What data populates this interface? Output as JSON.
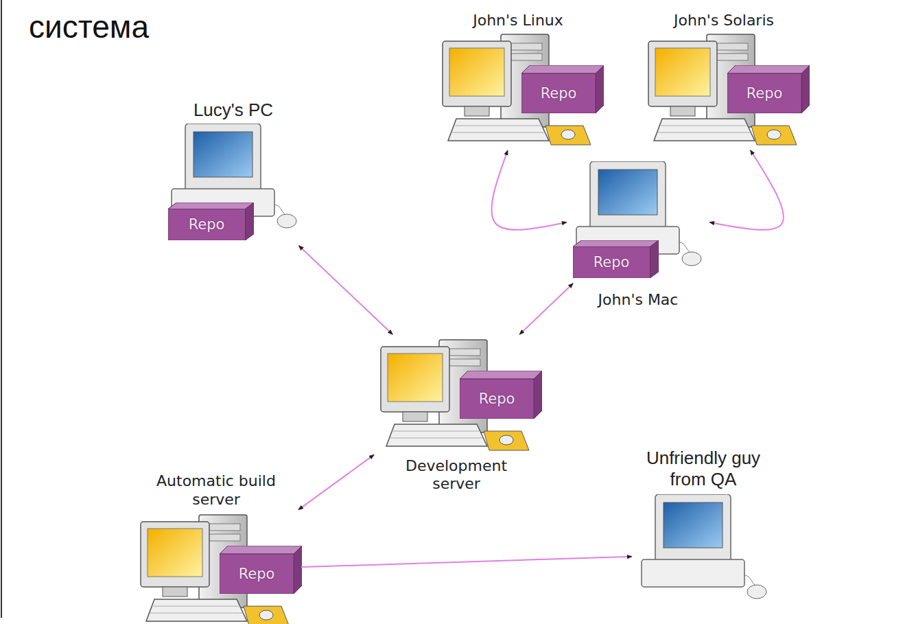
{
  "diagram": {
    "title": "система",
    "nodes": [
      {
        "text": [
          "Lucy's PC",
          "Repo"
        ]
      },
      {
        "text": [
          "John's Linux",
          "Repo"
        ]
      },
      {
        "text": [
          "John's Solaris",
          "Repo"
        ]
      },
      {
        "text": [
          "John's Mac",
          "Repo"
        ]
      },
      {
        "text": [
          "Development server",
          "Repo"
        ]
      },
      {
        "text": [
          "Automatic build server",
          "Repo"
        ]
      },
      {
        "text": [
          "Unfriendly guy from QA"
        ]
      }
    ],
    "edges": [
      {
        "from": 1,
        "to": 3,
        "arrow": "both"
      },
      {
        "from": 2,
        "to": 3,
        "arrow": "both"
      },
      {
        "from": 0,
        "to": 4,
        "arrow": "both"
      },
      {
        "from": 3,
        "to": 4,
        "arrow": "both"
      },
      {
        "from": 5,
        "to": 4,
        "arrow": "both"
      },
      {
        "from": 5,
        "to": 6,
        "arrow": "to"
      }
    ]
  }
}
